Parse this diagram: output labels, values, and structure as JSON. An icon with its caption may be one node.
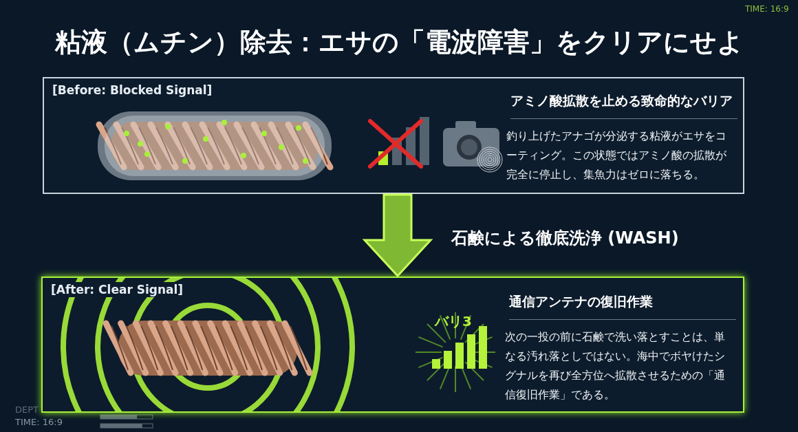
{
  "diagram": {
    "title": "粘液（ムチン）除去：エサの「電波障害」をクリアにせよ",
    "nodes": [
      {
        "text": [
          "[Before: Blocked Signal]",
          "アミノ酸拡散を止める致命的なバリア",
          "釣り上げたアナゴが分泌する粘液がエサをコーティング。この状態ではアミノ酸の拡散が完全に停止し、集魚力はゼロに落ちる。"
        ]
      },
      {
        "text": [
          "[After: Clear Signal]",
          "通信アンテナの復旧作業",
          "次の一投の前に石鹸で洗い落とすことは、単なる汚れ落としではない。海中でボヤけたシグナルを再び全方位へ拡散させるための「通信復旧作業」である。"
        ]
      }
    ],
    "edges": [
      {
        "from": 0,
        "to": 1,
        "arrow": "to",
        "label": "石鹸による徹底洗浄 (WASH)"
      }
    ],
    "labels": [
      "TIME: 16:9",
      "バリ3",
      "DEPT",
      "TIME: 16:9"
    ]
  }
}
